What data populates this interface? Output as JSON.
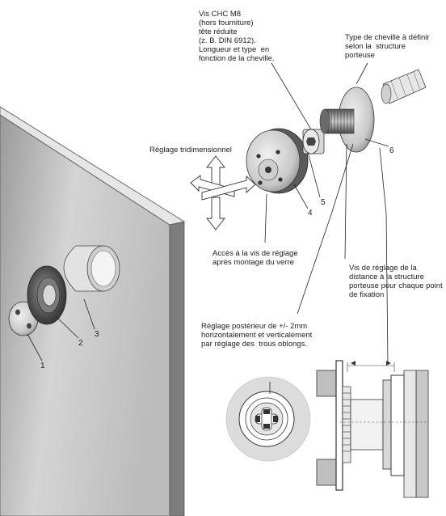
{
  "labels": {
    "screw_note": "Vis CHC M8\n(hors fourniture)\ntête réduite\n(z. B. DIN 6912).\nLongueur et type  en\nfonction de la cheville.",
    "anchor_note": "Type de cheville à définir\nselon la  structure\nporteuse",
    "tridimensional": "Réglage tridimensionnel",
    "access_note": "Accès à la vis de réglage\naprès montage du verre",
    "distance_note": "Vis de réglage de la\ndistance à la structure\nporteuse pour chaque point\nde fixation",
    "rear_adjust": "Réglage postérieur de +/- 2mm\nhorizontalement et verticalement\npar réglage des  trous oblongs."
  },
  "callouts": [
    "1",
    "2",
    "3",
    "4",
    "5",
    "6"
  ],
  "colors": {
    "line": "#222222",
    "metal_light": "#d6d6d6",
    "metal_dark": "#5a5a5a",
    "glass_face": "#b9b9b9",
    "glass_edge": "#7a7a7a"
  }
}
